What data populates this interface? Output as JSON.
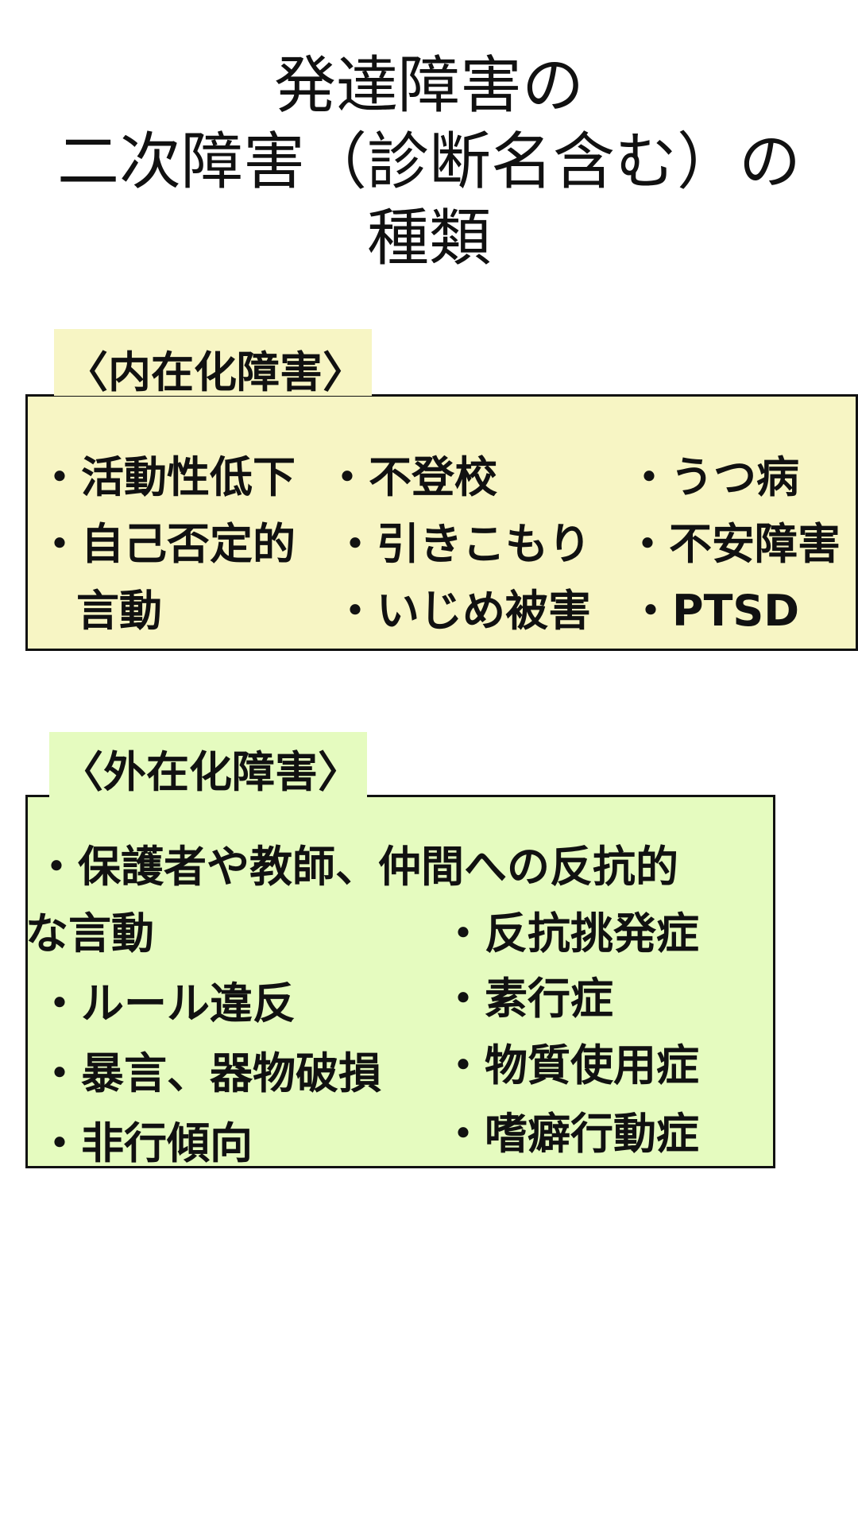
{
  "title": {
    "line1": "発達障害の",
    "line2": "二次障害（診断名含む）の",
    "line3": "種類"
  },
  "internal": {
    "label": "〈内在化障害〉",
    "col1": [
      "・活動性低下",
      "・自己否定的",
      "言動"
    ],
    "col2": [
      "・不登校",
      "・引きこもり",
      "・いじめ被害"
    ],
    "col3": [
      "・うつ病",
      "・不安障害",
      "・PTSD"
    ]
  },
  "external": {
    "label": "〈外在化障害〉",
    "item1_line1": "・保護者や教師、仲間への反抗的",
    "item1_line2": "な言動",
    "left": [
      "・ルール違反",
      "・暴言、器物破損",
      "・非行傾向"
    ],
    "right": [
      "・反抗挑発症",
      "・素行症",
      "・物質使用症",
      "・嗜癖行動症"
    ]
  }
}
